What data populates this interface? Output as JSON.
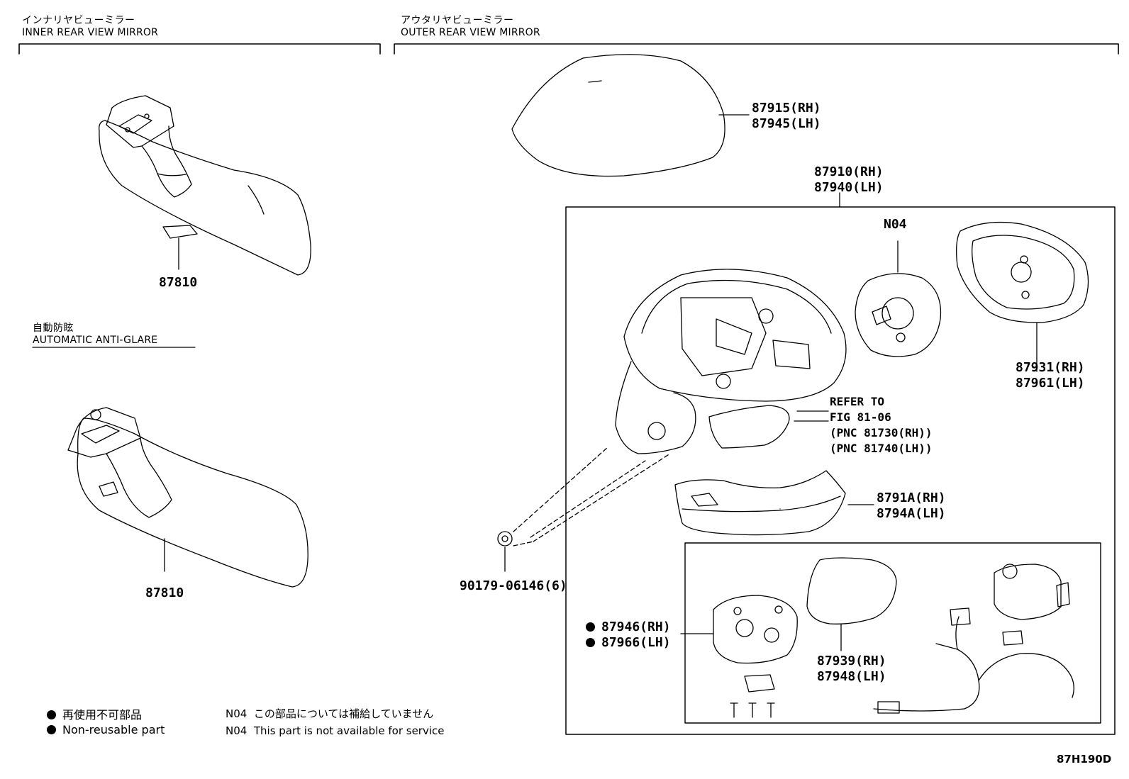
{
  "sections": {
    "inner": {
      "title_jp": "インナリヤビューミラー",
      "title_en": "INNER REAR VIEW MIRROR"
    },
    "outer": {
      "title_jp": "アウタリヤビューミラー",
      "title_en": "OUTER REAR VIEW MIRROR"
    },
    "auto": {
      "title_jp": "自動防眩",
      "title_en": "AUTOMATIC ANTI-GLARE"
    }
  },
  "parts": {
    "inner_mirror": "87810",
    "inner_mirror_auto": "87810",
    "cover_rh": "87915(RH)",
    "cover_lh": "87945(LH)",
    "assy_rh": "87910(RH)",
    "assy_lh": "87940(LH)",
    "n04": "N04",
    "body_rh": "87931(RH)",
    "body_lh": "87961(LH)",
    "refer_1": "REFER TO",
    "refer_2": "FIG 81-06",
    "refer_3": "(PNC 81730(RH))",
    "refer_4": "(PNC 81740(LH))",
    "lower_rh": "8791A(RH)",
    "lower_lh": "8794A(LH)",
    "screw": "90179-06146(6)",
    "actuator_rh": "87946(RH)",
    "actuator_lh": "87966(LH)",
    "glass_rh": "87939(RH)",
    "glass_lh": "87948(LH)"
  },
  "legend": {
    "nonreusable_jp": "再使用不可部品",
    "nonreusable_en": "Non-reusable part",
    "n04_code": "N04",
    "n04_jp": "この部品については補給していません",
    "n04_en": "This part is not available for service"
  },
  "figure_id": "87H190D"
}
